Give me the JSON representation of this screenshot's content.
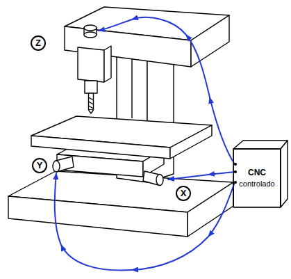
{
  "diagram": {
    "nodes": [
      {
        "text": [
          "Z"
        ]
      },
      {
        "text": [
          "Y"
        ]
      },
      {
        "text": [
          "X"
        ]
      },
      {
        "text": [
          "CNC",
          "controlado"
        ]
      }
    ]
  }
}
